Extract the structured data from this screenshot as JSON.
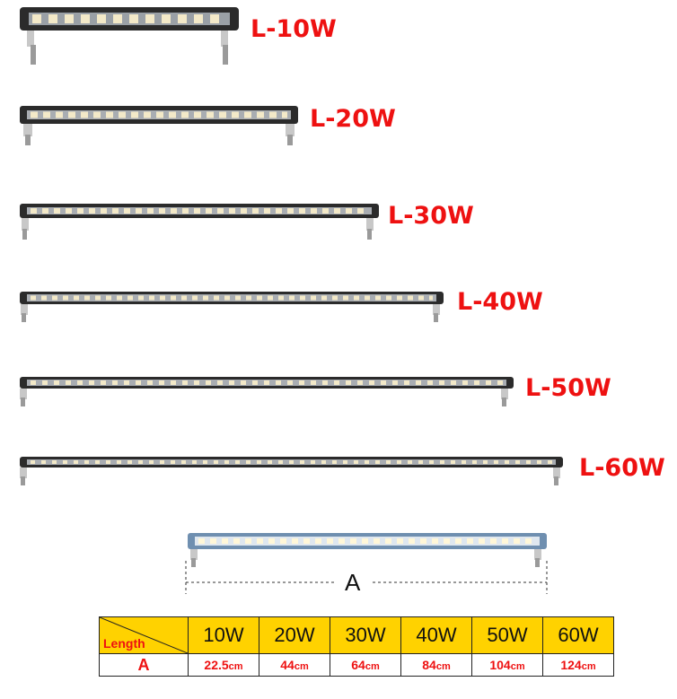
{
  "products": [
    {
      "label": "L-10W"
    },
    {
      "label": "L-20W"
    },
    {
      "label": "L-30W"
    },
    {
      "label": "L-40W"
    },
    {
      "label": "L-50W"
    },
    {
      "label": "L-60W"
    }
  ],
  "diagram": {
    "dimension_letter": "A"
  },
  "table": {
    "header_label": "Length",
    "row_label": "A",
    "columns": [
      "10W",
      "20W",
      "30W",
      "40W",
      "50W",
      "60W"
    ],
    "values": [
      "22.5",
      "44",
      "64",
      "84",
      "104",
      "124"
    ],
    "unit": "cm"
  },
  "colors": {
    "label_red": "#ee1111",
    "table_yellow": "#ffd200",
    "bar_body": "#2b2b2b"
  }
}
